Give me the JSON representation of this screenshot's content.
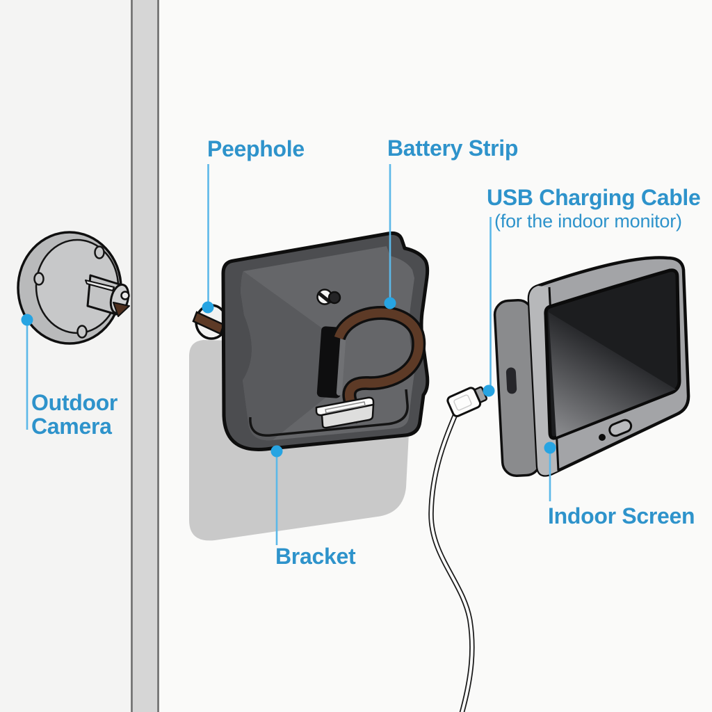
{
  "labels": {
    "peephole": "Peephole",
    "battery_strip": "Battery Strip",
    "usb_charging_cable": "USB Charging Cable",
    "usb_charging_cable_note": "(for the indoor monitor)",
    "outdoor_camera_line1": "Outdoor",
    "outdoor_camera_line2": "Camera",
    "bracket": "Bracket",
    "indoor_screen": "Indoor Screen"
  },
  "colors": {
    "label_blue": "#2e93cb",
    "leader_line_blue": "#5cb8e8",
    "leader_dot_blue": "#27a4e2",
    "ribbon_brown": "#5d3a26",
    "bracket_gray": "#4c4d50",
    "shadow_gray": "#c9c9c9"
  }
}
